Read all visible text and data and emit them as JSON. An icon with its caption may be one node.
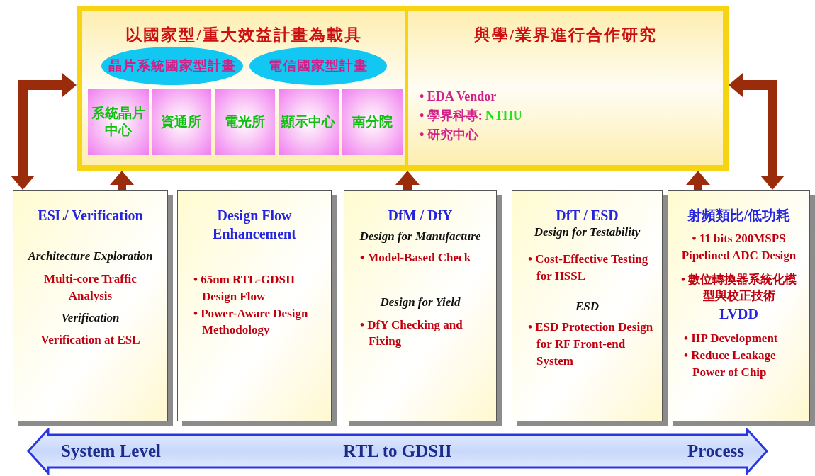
{
  "diagram": {
    "nodes": [
      {
        "text": [],
        "shape": "box"
      },
      {
        "text": [
          "以國家型/重大效益計畫為載具"
        ],
        "in": 0
      },
      {
        "text": [
          "晶片系統國家型計畫"
        ],
        "in": 1
      },
      {
        "text": [
          "電信國家型計畫"
        ],
        "in": 1
      },
      {
        "text": [
          "系統晶片中心"
        ],
        "in": 1
      },
      {
        "text": [
          "資通所"
        ],
        "in": 1
      },
      {
        "text": [
          "電光所"
        ],
        "in": 1
      },
      {
        "text": [
          "顯示中心"
        ],
        "in": 1
      },
      {
        "text": [
          "南分院"
        ],
        "in": 1
      },
      {
        "text": [
          "與學/業界進行合作研究",
          "• EDA Vendor",
          "• 學界科專:",
          "NTHU",
          "• 研究中心"
        ],
        "in": 0
      },
      {
        "text": [
          "ESL/ Verification",
          "Architecture Exploration",
          "Multi-core Traffic Analysis",
          "Verification",
          "Verification at ESL"
        ]
      },
      {
        "text": [
          "Design Flow Enhancement",
          "• 65nm RTL-GDSII Design Flow",
          "• Power-Aware Design Methodology"
        ]
      },
      {
        "text": [
          "DfM / DfY",
          "Design for Manufacture",
          "• Model-Based Check",
          "Design for Yield",
          "• DfY Checking and Fixing"
        ]
      },
      {
        "text": [
          "DfT / ESD",
          "Design for Testability",
          "• Cost-Effective Testing for HSSL",
          "ESD",
          "• ESD Protection Design for RF Front-end System"
        ]
      },
      {
        "text": [
          "射頻類比/低功耗",
          "• 11 bits 200MSPS Pipelined ADC Design",
          "• 數位轉換器系統化模型與校正技術",
          "LVDD",
          "• IIP Development",
          "• Reduce Leakage Power of Chip"
        ]
      },
      {
        "text": [
          "System Level",
          "RTL to GDSII",
          "Process"
        ]
      }
    ],
    "edges": [
      {
        "from": 10,
        "to": 0,
        "arrow": "to"
      },
      {
        "from": 12,
        "to": 0,
        "arrow": "to"
      },
      {
        "from": 14,
        "to": 0,
        "arrow": "to"
      },
      {
        "from": 0,
        "to": 10,
        "arrow": "both"
      },
      {
        "from": 0,
        "to": 14,
        "arrow": "both"
      }
    ]
  }
}
